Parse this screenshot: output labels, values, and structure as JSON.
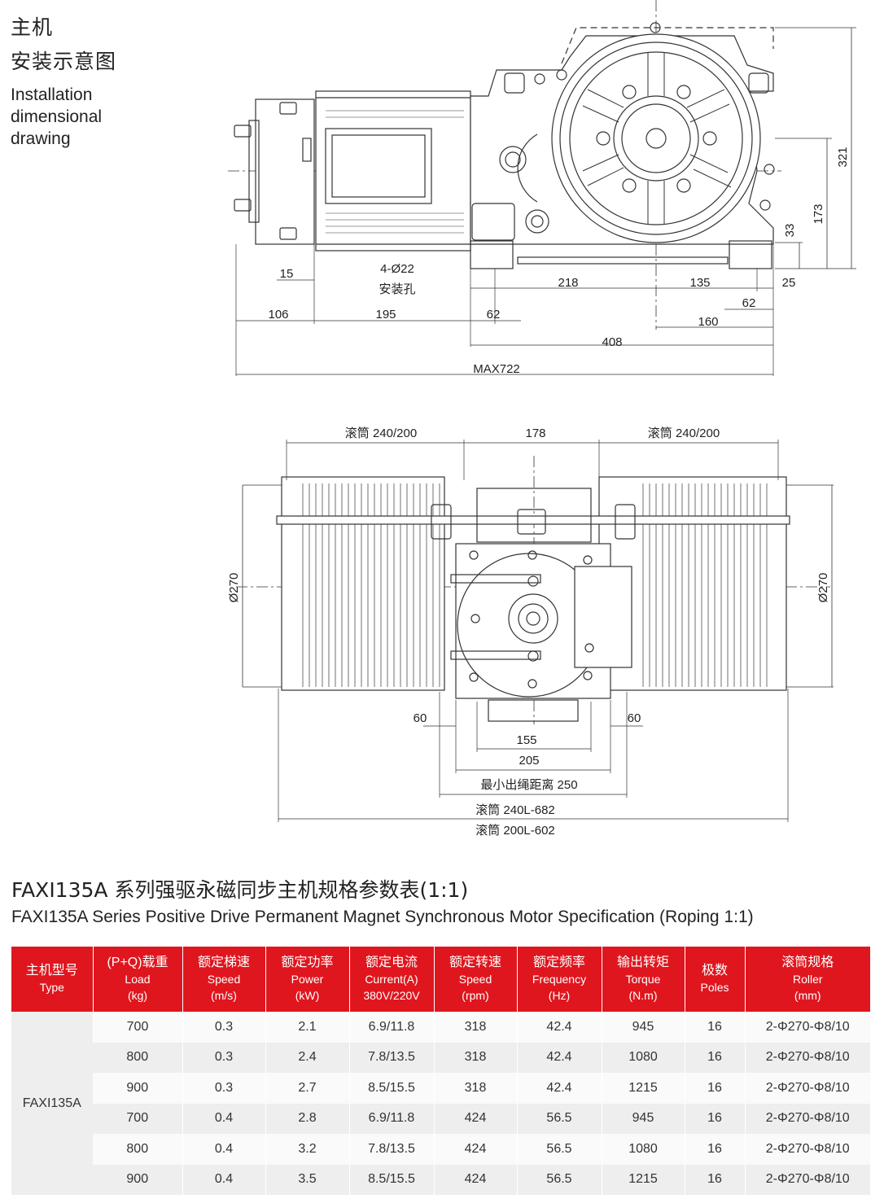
{
  "header": {
    "title_zh_1": "主机",
    "title_zh_2": "安装示意图",
    "title_en_1": "Installation",
    "title_en_2": "dimensional",
    "title_en_3": "drawing"
  },
  "side_view": {
    "dim_321": "321",
    "dim_173": "173",
    "dim_33": "33",
    "dim_15": "15",
    "holes": "4-Ø22",
    "holes_label": "安装孔",
    "dim_218": "218",
    "dim_135": "135",
    "dim_25": "25",
    "dim_106": "106",
    "dim_195": "195",
    "dim_62a": "62",
    "dim_62b": "62",
    "dim_160": "160",
    "dim_408": "408",
    "dim_max722": "MAX722"
  },
  "top_view": {
    "roller_left": "滚筒  240/200",
    "dim_178": "178",
    "roller_right": "滚筒  240/200",
    "dia_left": "Ø270",
    "dia_right": "Ø270",
    "dim_60a": "60",
    "dim_60b": "60",
    "dim_155": "155",
    "dim_205": "205",
    "min_rope": "最小出绳距离 250",
    "roller_240": "滚筒    240L-682",
    "roller_200": "滚筒    200L-602"
  },
  "spec": {
    "title_zh": "FAXI135A 系列强驱永磁同步主机规格参数表(1:1)",
    "title_en": "FAXI135A Series Positive Drive Permanent Magnet Synchronous Motor Specification (Roping 1:1)",
    "headers": [
      {
        "zh": "主机型号",
        "en1": "Type",
        "en2": ""
      },
      {
        "zh": "(P+Q)载重",
        "en1": "Load",
        "en2": "(kg)"
      },
      {
        "zh": "额定梯速",
        "en1": "Speed",
        "en2": "(m/s)"
      },
      {
        "zh": "额定功率",
        "en1": "Power",
        "en2": "(kW)"
      },
      {
        "zh": "额定电流",
        "en1": "Current(A)",
        "en2": "380V/220V"
      },
      {
        "zh": "额定转速",
        "en1": "Speed",
        "en2": "(rpm)"
      },
      {
        "zh": "额定频率",
        "en1": "Frequency",
        "en2": "(Hz)"
      },
      {
        "zh": "输出转矩",
        "en1": "Torque",
        "en2": "(N.m)"
      },
      {
        "zh": "极数",
        "en1": "Poles",
        "en2": ""
      },
      {
        "zh": "滚筒规格",
        "en1": "Roller",
        "en2": "(mm)"
      }
    ],
    "type": "FAXI135A",
    "rows": [
      [
        "700",
        "0.3",
        "2.1",
        "6.9/11.8",
        "318",
        "42.4",
        "945",
        "16",
        "2-Φ270-Φ8/10"
      ],
      [
        "800",
        "0.3",
        "2.4",
        "7.8/13.5",
        "318",
        "42.4",
        "1080",
        "16",
        "2-Φ270-Φ8/10"
      ],
      [
        "900",
        "0.3",
        "2.7",
        "8.5/15.5",
        "318",
        "42.4",
        "1215",
        "16",
        "2-Φ270-Φ8/10"
      ],
      [
        "700",
        "0.4",
        "2.8",
        "6.9/11.8",
        "424",
        "56.5",
        "945",
        "16",
        "2-Φ270-Φ8/10"
      ],
      [
        "800",
        "0.4",
        "3.2",
        "7.8/13.5",
        "424",
        "56.5",
        "1080",
        "16",
        "2-Φ270-Φ8/10"
      ],
      [
        "900",
        "0.4",
        "3.5",
        "8.5/15.5",
        "424",
        "56.5",
        "1215",
        "16",
        "2-Φ270-Φ8/10"
      ]
    ]
  }
}
